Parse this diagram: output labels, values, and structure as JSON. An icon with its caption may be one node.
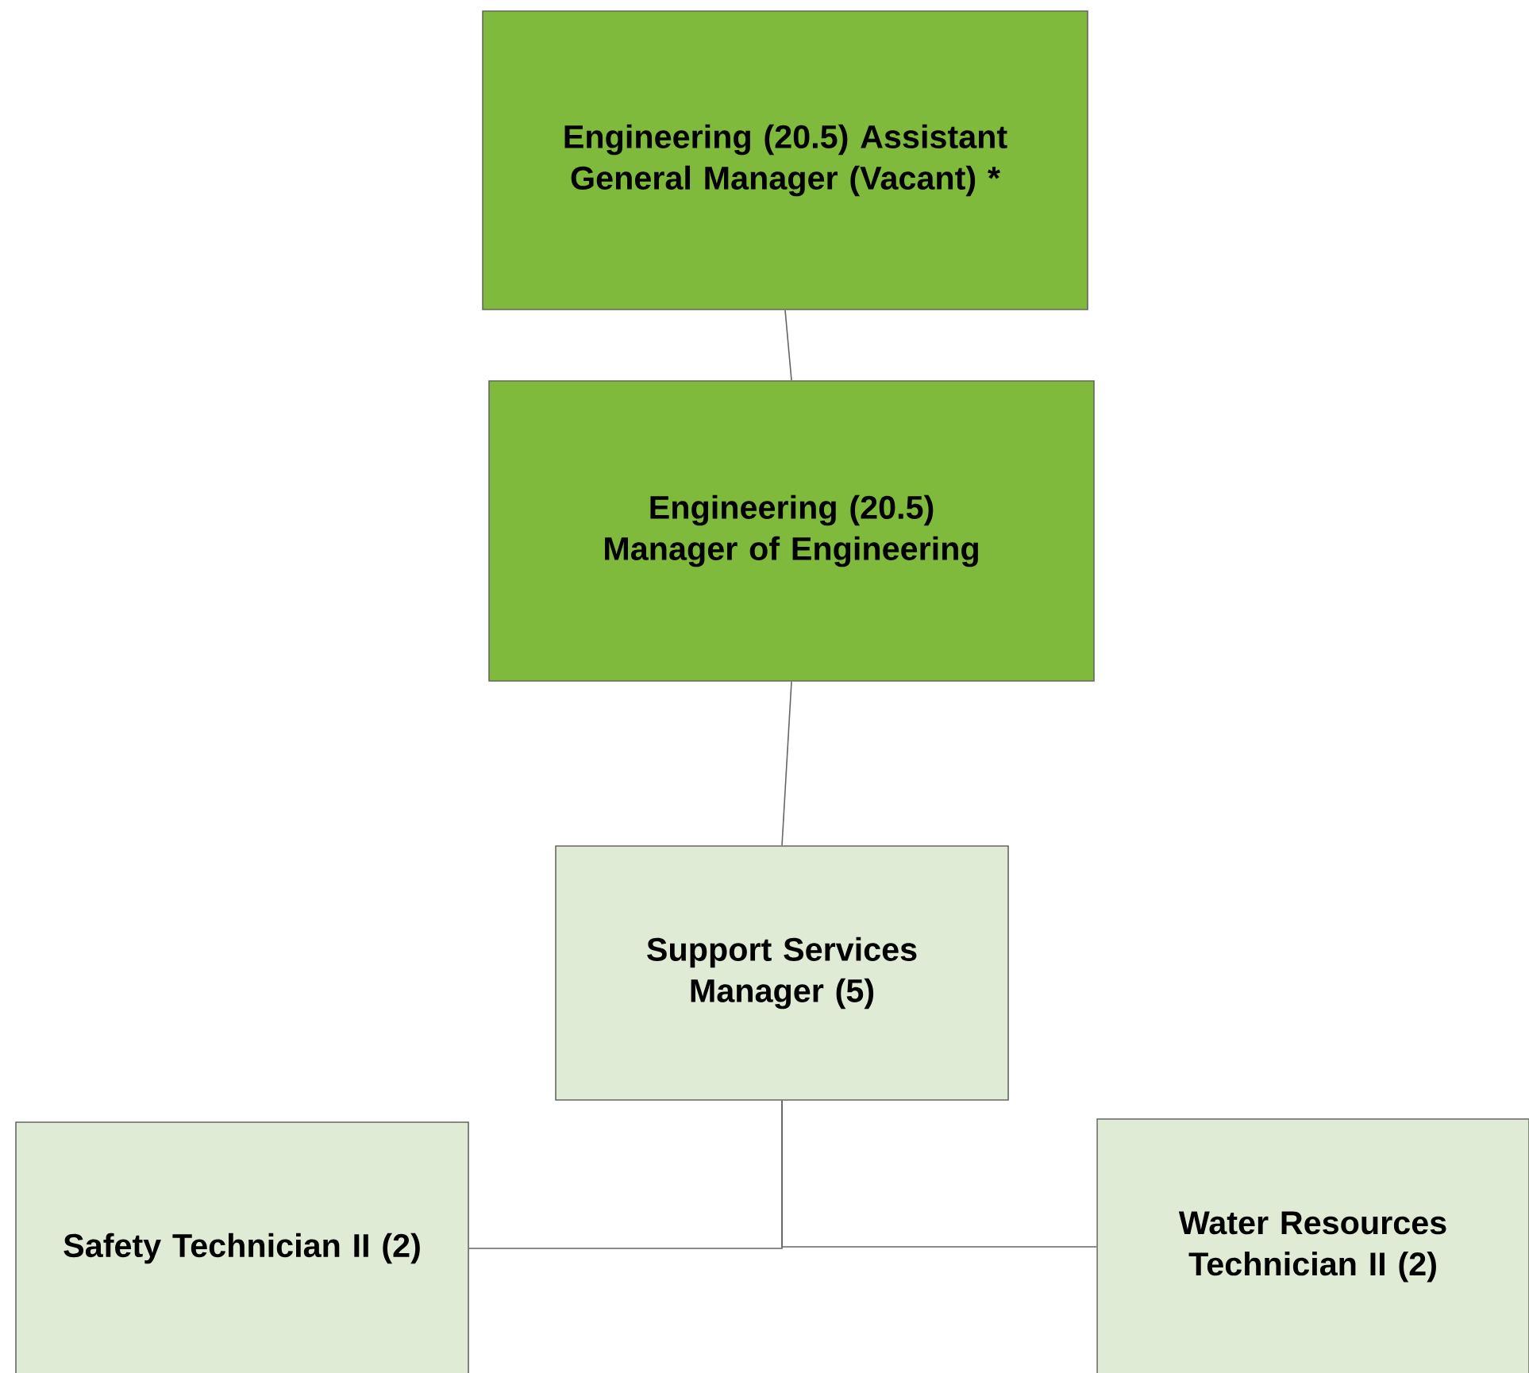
{
  "diagram": {
    "nodes": [
      {
        "text": [
          "Engineering (20.5) Assistant General Manager (Vacant) *"
        ]
      },
      {
        "text": [
          "Engineering (20.5) Manager of Engineering"
        ]
      },
      {
        "text": [
          "Support Services Manager (5)"
        ]
      },
      {
        "text": [
          "Safety Technician II (2)"
        ]
      },
      {
        "text": [
          "Water Resources Technician II (2)"
        ]
      }
    ],
    "edges": [
      {
        "from": 0,
        "to": 1,
        "arrow": "none"
      },
      {
        "from": 1,
        "to": 2,
        "arrow": "none"
      },
      {
        "from": 2,
        "to": 3,
        "arrow": "none"
      },
      {
        "from": 2,
        "to": 4,
        "arrow": "none"
      }
    ]
  }
}
